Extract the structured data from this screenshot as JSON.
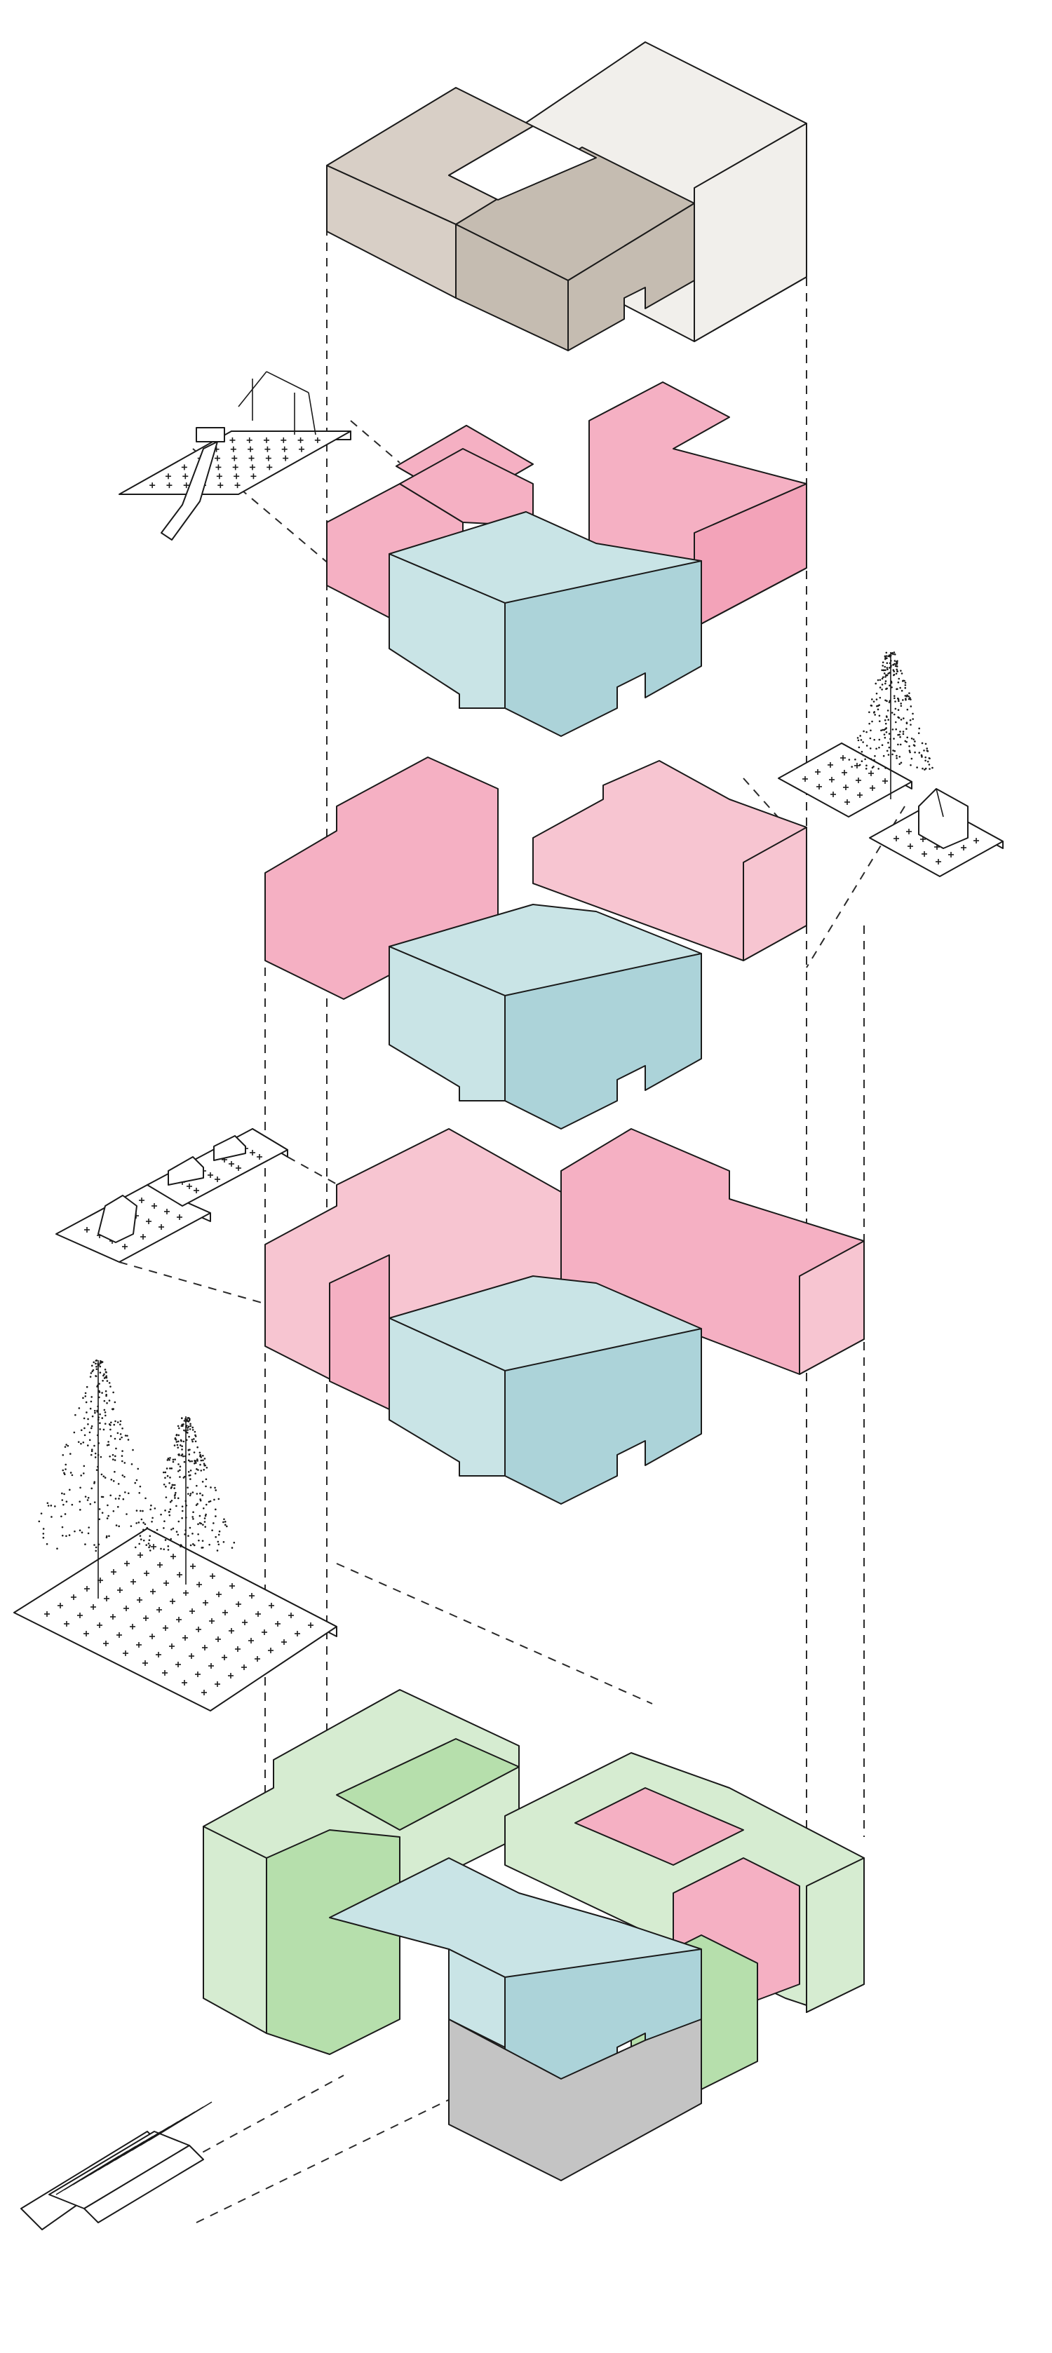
{
  "diagram": {
    "colors": {
      "roof_light": "#f1efeb",
      "roof_mid": "#d8cfc6",
      "roof_dark": "#c5bcb1",
      "pink": "#f5b0c3",
      "pink_light": "#f7c5d1",
      "blue_top": "#c9e4e6",
      "blue_side": "#acd3d9",
      "green_light": "#d6ecd1",
      "green": "#b6dfac",
      "grey": "#c4c4c4",
      "platform": "#ffffff",
      "line": "#1a1a1a"
    },
    "layers": [
      {
        "id": "roof",
        "name": "roof-layer"
      },
      {
        "id": "floor-3",
        "name": "floor-3-layer",
        "accessory": "playground-swing-and-slide"
      },
      {
        "id": "floor-2",
        "name": "floor-2-layer",
        "accessory": "tree-and-shed"
      },
      {
        "id": "floor-1",
        "name": "floor-1-layer",
        "accessory": "bbq-and-benches"
      },
      {
        "id": "ground",
        "name": "ground-floor-layer",
        "accessory": "garden-with-trees"
      },
      {
        "id": "entry",
        "name": "entry-steps",
        "accessory": "stairs"
      }
    ]
  }
}
